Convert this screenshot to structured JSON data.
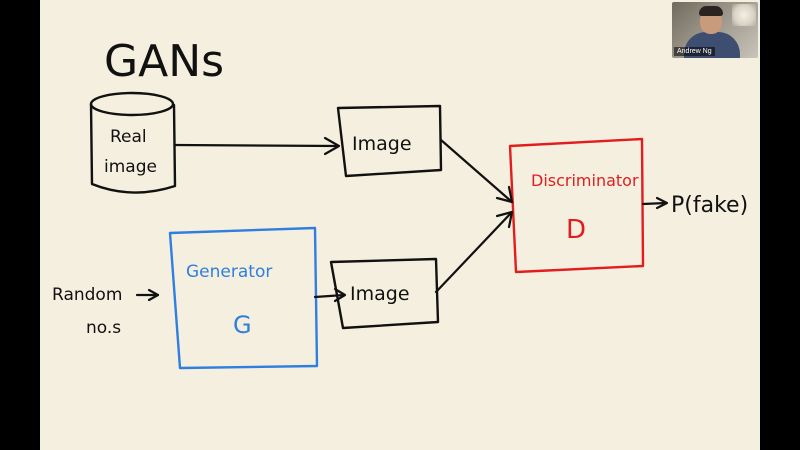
{
  "title": "GANs",
  "real_data": {
    "label_line1": "Real",
    "label_line2": "image"
  },
  "top_image": {
    "label": "Image"
  },
  "bottom_image": {
    "label": "Image"
  },
  "generator": {
    "name": "Generator",
    "symbol": "G"
  },
  "discriminator": {
    "name": "Discriminator",
    "symbol": "D"
  },
  "input": {
    "label_line1": "Random",
    "label_line2": "no.s"
  },
  "output": {
    "label": "P(fake)"
  },
  "webcam": {
    "participant_name": "Andrew Ng"
  },
  "colors": {
    "ink": "#111111",
    "generator": "#2e7fe0",
    "discriminator": "#e01e1e",
    "board": "#f5efdf"
  }
}
